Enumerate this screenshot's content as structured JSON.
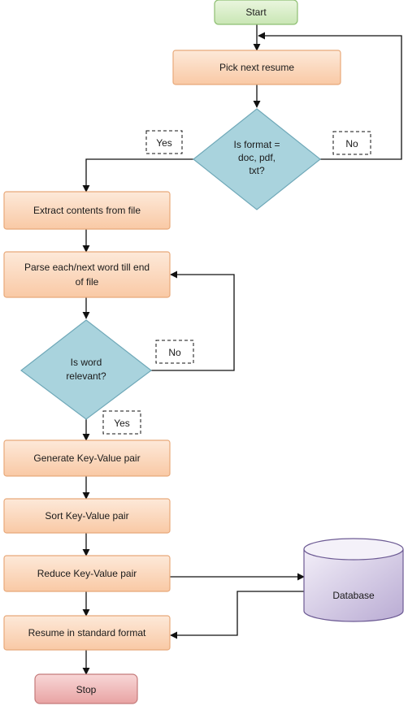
{
  "nodes": {
    "start": "Start",
    "pick_next_resume": "Pick next resume",
    "is_format": [
      "Is format =",
      "doc, pdf,",
      "txt?"
    ],
    "extract_contents": "Extract contents from file",
    "parse_word": [
      "Parse each/next word till end",
      "of file"
    ],
    "is_word_relevant": [
      "Is word",
      "relevant?"
    ],
    "generate_kv": "Generate Key-Value pair",
    "sort_kv": "Sort Key-Value pair",
    "reduce_kv": "Reduce Key-Value pair",
    "database": "Database",
    "resume_standard": "Resume in standard format",
    "stop": "Stop"
  },
  "labels": {
    "format_yes": "Yes",
    "format_no": "No",
    "word_no": "No",
    "word_yes": "Yes"
  },
  "colors": {
    "start_fill_top": "#eaf6df",
    "start_fill_bottom": "#c9e6b4",
    "start_stroke": "#8fbf73",
    "process_fill_top": "#fde9d9",
    "process_fill_bottom": "#f9c9a5",
    "process_stroke": "#e8a97a",
    "decision_fill": "#a9d3dd",
    "decision_stroke": "#6fa8b8",
    "stop_fill_top": "#f8d7d7",
    "stop_fill_bottom": "#e8a3a3",
    "stop_stroke": "#c47a7a",
    "db_fill_top": "#f2eef8",
    "db_fill_bottom": "#b9abd3",
    "db_stroke": "#6d5b94"
  }
}
